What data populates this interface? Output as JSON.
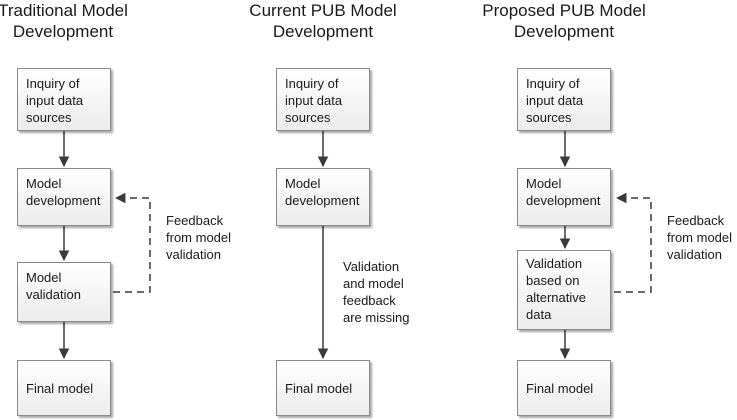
{
  "columns": [
    {
      "title": "Traditional Model\nDevelopment",
      "steps": [
        "Inquiry of\ninput data\nsources",
        "Model\ndevelopment",
        "Model\nvalidation",
        "Final model"
      ],
      "note": "Feedback\nfrom model\nvalidation"
    },
    {
      "title": "Current PUB Model\nDevelopment",
      "steps": [
        "Inquiry of\ninput data\nsources",
        "Model\ndevelopment",
        "Final model"
      ],
      "note": "Validation\nand model\nfeedback\nare missing"
    },
    {
      "title": "Proposed PUB Model\nDevelopment",
      "steps": [
        "Inquiry of\ninput data\nsources",
        "Model\ndevelopment",
        "Validation\nbased on\nalternative\ndata",
        "Final model"
      ],
      "note": "Feedback\nfrom model\nvalidation"
    }
  ]
}
